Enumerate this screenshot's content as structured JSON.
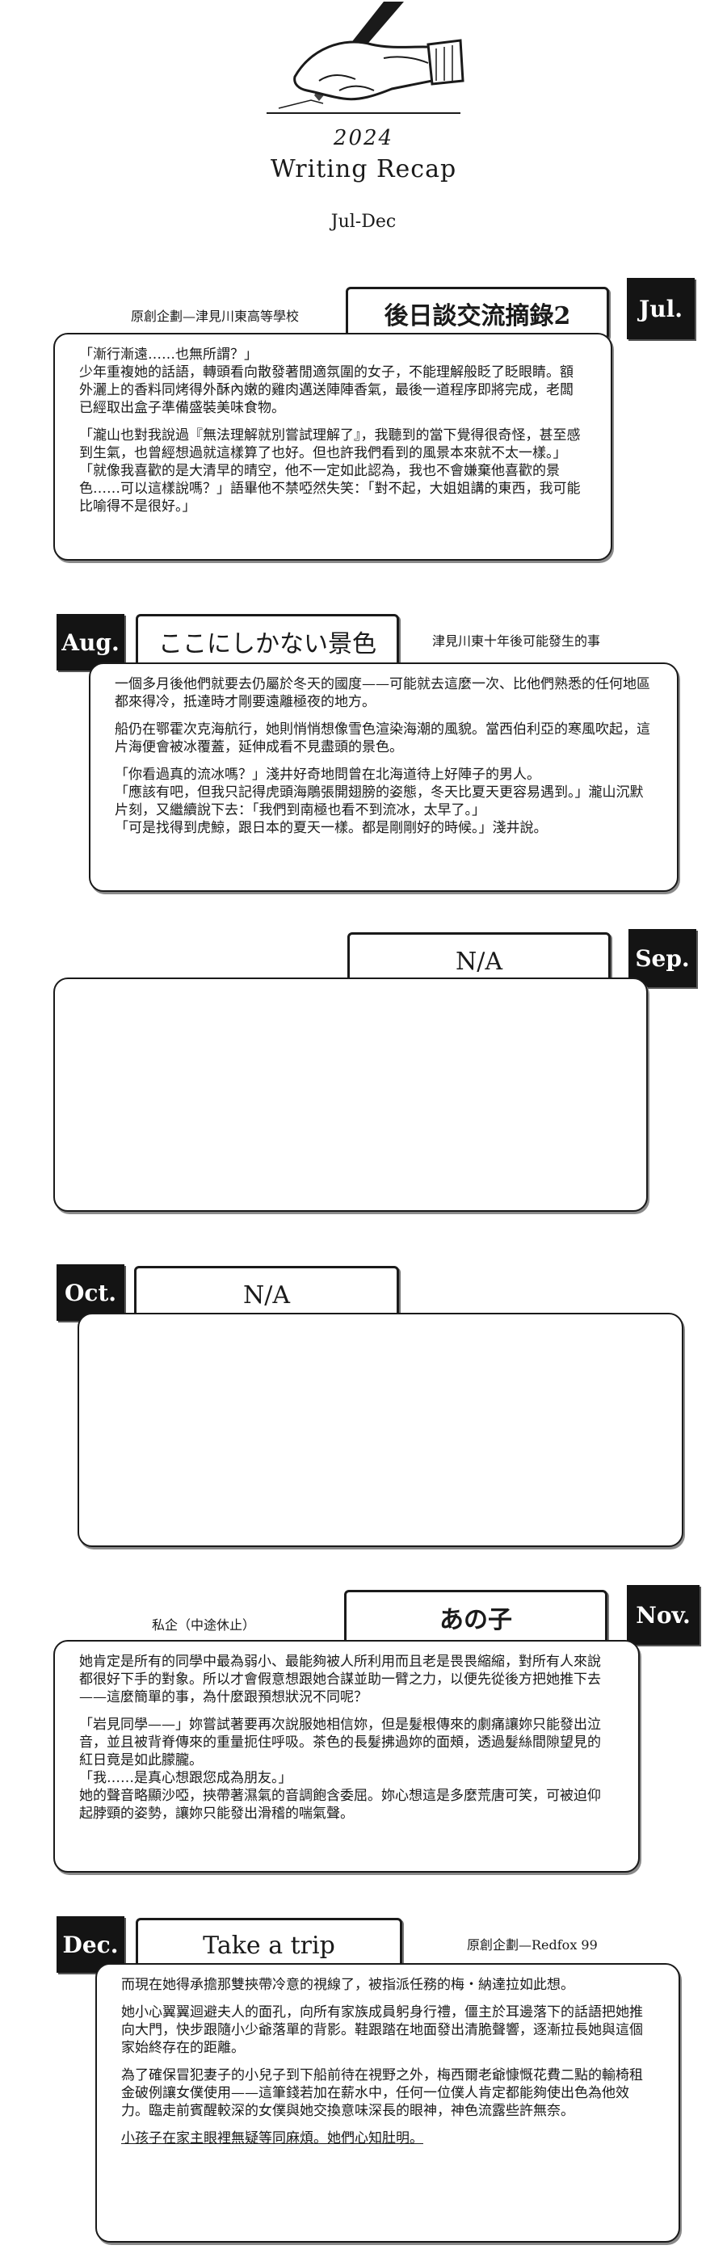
{
  "header": {
    "year": "2024",
    "title": "Writing Recap",
    "range": "Jul-Dec"
  },
  "months": [
    {
      "key": "jul",
      "tag": "Jul.",
      "title": "後日談交流摘錄2",
      "note": "原創企劃—津見川東高等學校",
      "paragraphs": [
        "「漸行漸遠……也無所謂？」\n少年重複她的話語，轉頭看向散發著閒適氛圍的女子，不能理解般眨了眨眼睛。額外灑上的香料同烤得外酥內嫩的雞肉邁送陣陣香氣，最後一道程序即將完成，老闆已經取出盒子準備盛裝美味食物。",
        "「瀧山也對我說過『無法理解就別嘗試理解了』，我聽到的當下覺得很奇怪，甚至感到生氣，也曾經想過就這樣算了也好。但也許我們看到的風景本來就不太一樣。」\n「就像我喜歡的是大清早的晴空，他不一定如此認為，我也不會嫌棄他喜歡的景色……可以這樣說嗎？」語畢他不禁啞然失笑：「對不起，大姐姐講的東西，我可能比喻得不是很好。」"
      ]
    },
    {
      "key": "aug",
      "tag": "Aug.",
      "title": "ここにしかない景色",
      "note": "津見川東十年後可能發生的事",
      "paragraphs": [
        "一個多月後他們就要去仍屬於冬天的國度——可能就去這麼一次、比他們熟悉的任何地區都來得冷，抵達時才剛要遠離極夜的地方。",
        "船仍在鄂霍次克海航行，她則悄悄想像雪色渲染海潮的風貌。當西伯利亞的寒風吹起，這片海便會被冰覆蓋，延伸成看不見盡頭的景色。",
        "「你看過真的流冰嗎？」淺井好奇地問曾在北海道待上好陣子的男人。\n「應該有吧，但我只記得虎頭海鵰張開翅膀的姿態，冬天比夏天更容易遇到。」瀧山沉默片刻，又繼續說下去：「我們到南極也看不到流冰，太早了。」\n「可是找得到虎鯨，跟日本的夏天一樣。都是剛剛好的時候。」淺井說。"
      ]
    },
    {
      "key": "sep",
      "tag": "Sep.",
      "title": "N/A",
      "note": "",
      "paragraphs": []
    },
    {
      "key": "oct",
      "tag": "Oct.",
      "title": "N/A",
      "note": "",
      "paragraphs": []
    },
    {
      "key": "nov",
      "tag": "Nov.",
      "title": "あの子",
      "note": "私企（中途休止）",
      "paragraphs": [
        "她肯定是所有的同學中最為弱小、最能夠被人所利用而且老是畏畏縮縮，對所有人來說都很好下手的對象。所以才會假意想跟她合謀並助一臂之力，以便先從後方把她推下去——這麼簡單的事，為什麼跟預想狀況不同呢？",
        "「岩見同學——」妳嘗試著要再次說服她相信妳，但是髮根傳來的劇痛讓妳只能發出泣音，並且被背脊傳來的重量扼住呼吸。茶色的長髮拂過妳的面頰，透過髮絲間隙望見的紅日竟是如此朦朧。\n「我……是真心想跟您成為朋友。」\n她的聲音略顯沙啞，挾帶著濕氣的音調飽含委屈。妳心想這是多麼荒唐可笑，可被迫仰起脖頸的姿勢，讓妳只能發出滑稽的喘氣聲。"
      ]
    },
    {
      "key": "dec",
      "tag": "Dec.",
      "title": "Take a trip",
      "note": "原創企劃—Redfox 99",
      "paragraphs": [
        "而現在她得承擔那雙挾帶冷意的視線了，被指派任務的梅・納達拉如此想。",
        "她小心翼翼迴避夫人的面孔，向所有家族成員躬身行禮，僵主於耳邊落下的話語把她推向大門，快步跟隨小少爺落單的背影。鞋跟踏在地面發出清脆聲響，逐漸拉長她與這個家始終存在的距離。",
        "為了確保冒犯妻子的小兒子到下船前待在視野之外，梅西爾老爺慷慨花費二點的輸椅租金破例讓女僕使用——這筆錢若加在薪水中，任何一位僕人肯定都能夠使出色為他效力。臨走前賓醒較深的女僕與她交換意味深長的眼神，神色流露些許無奈。",
        "小孩子在家主眼裡無疑等同麻煩。她們心知肚明。"
      ]
    }
  ]
}
